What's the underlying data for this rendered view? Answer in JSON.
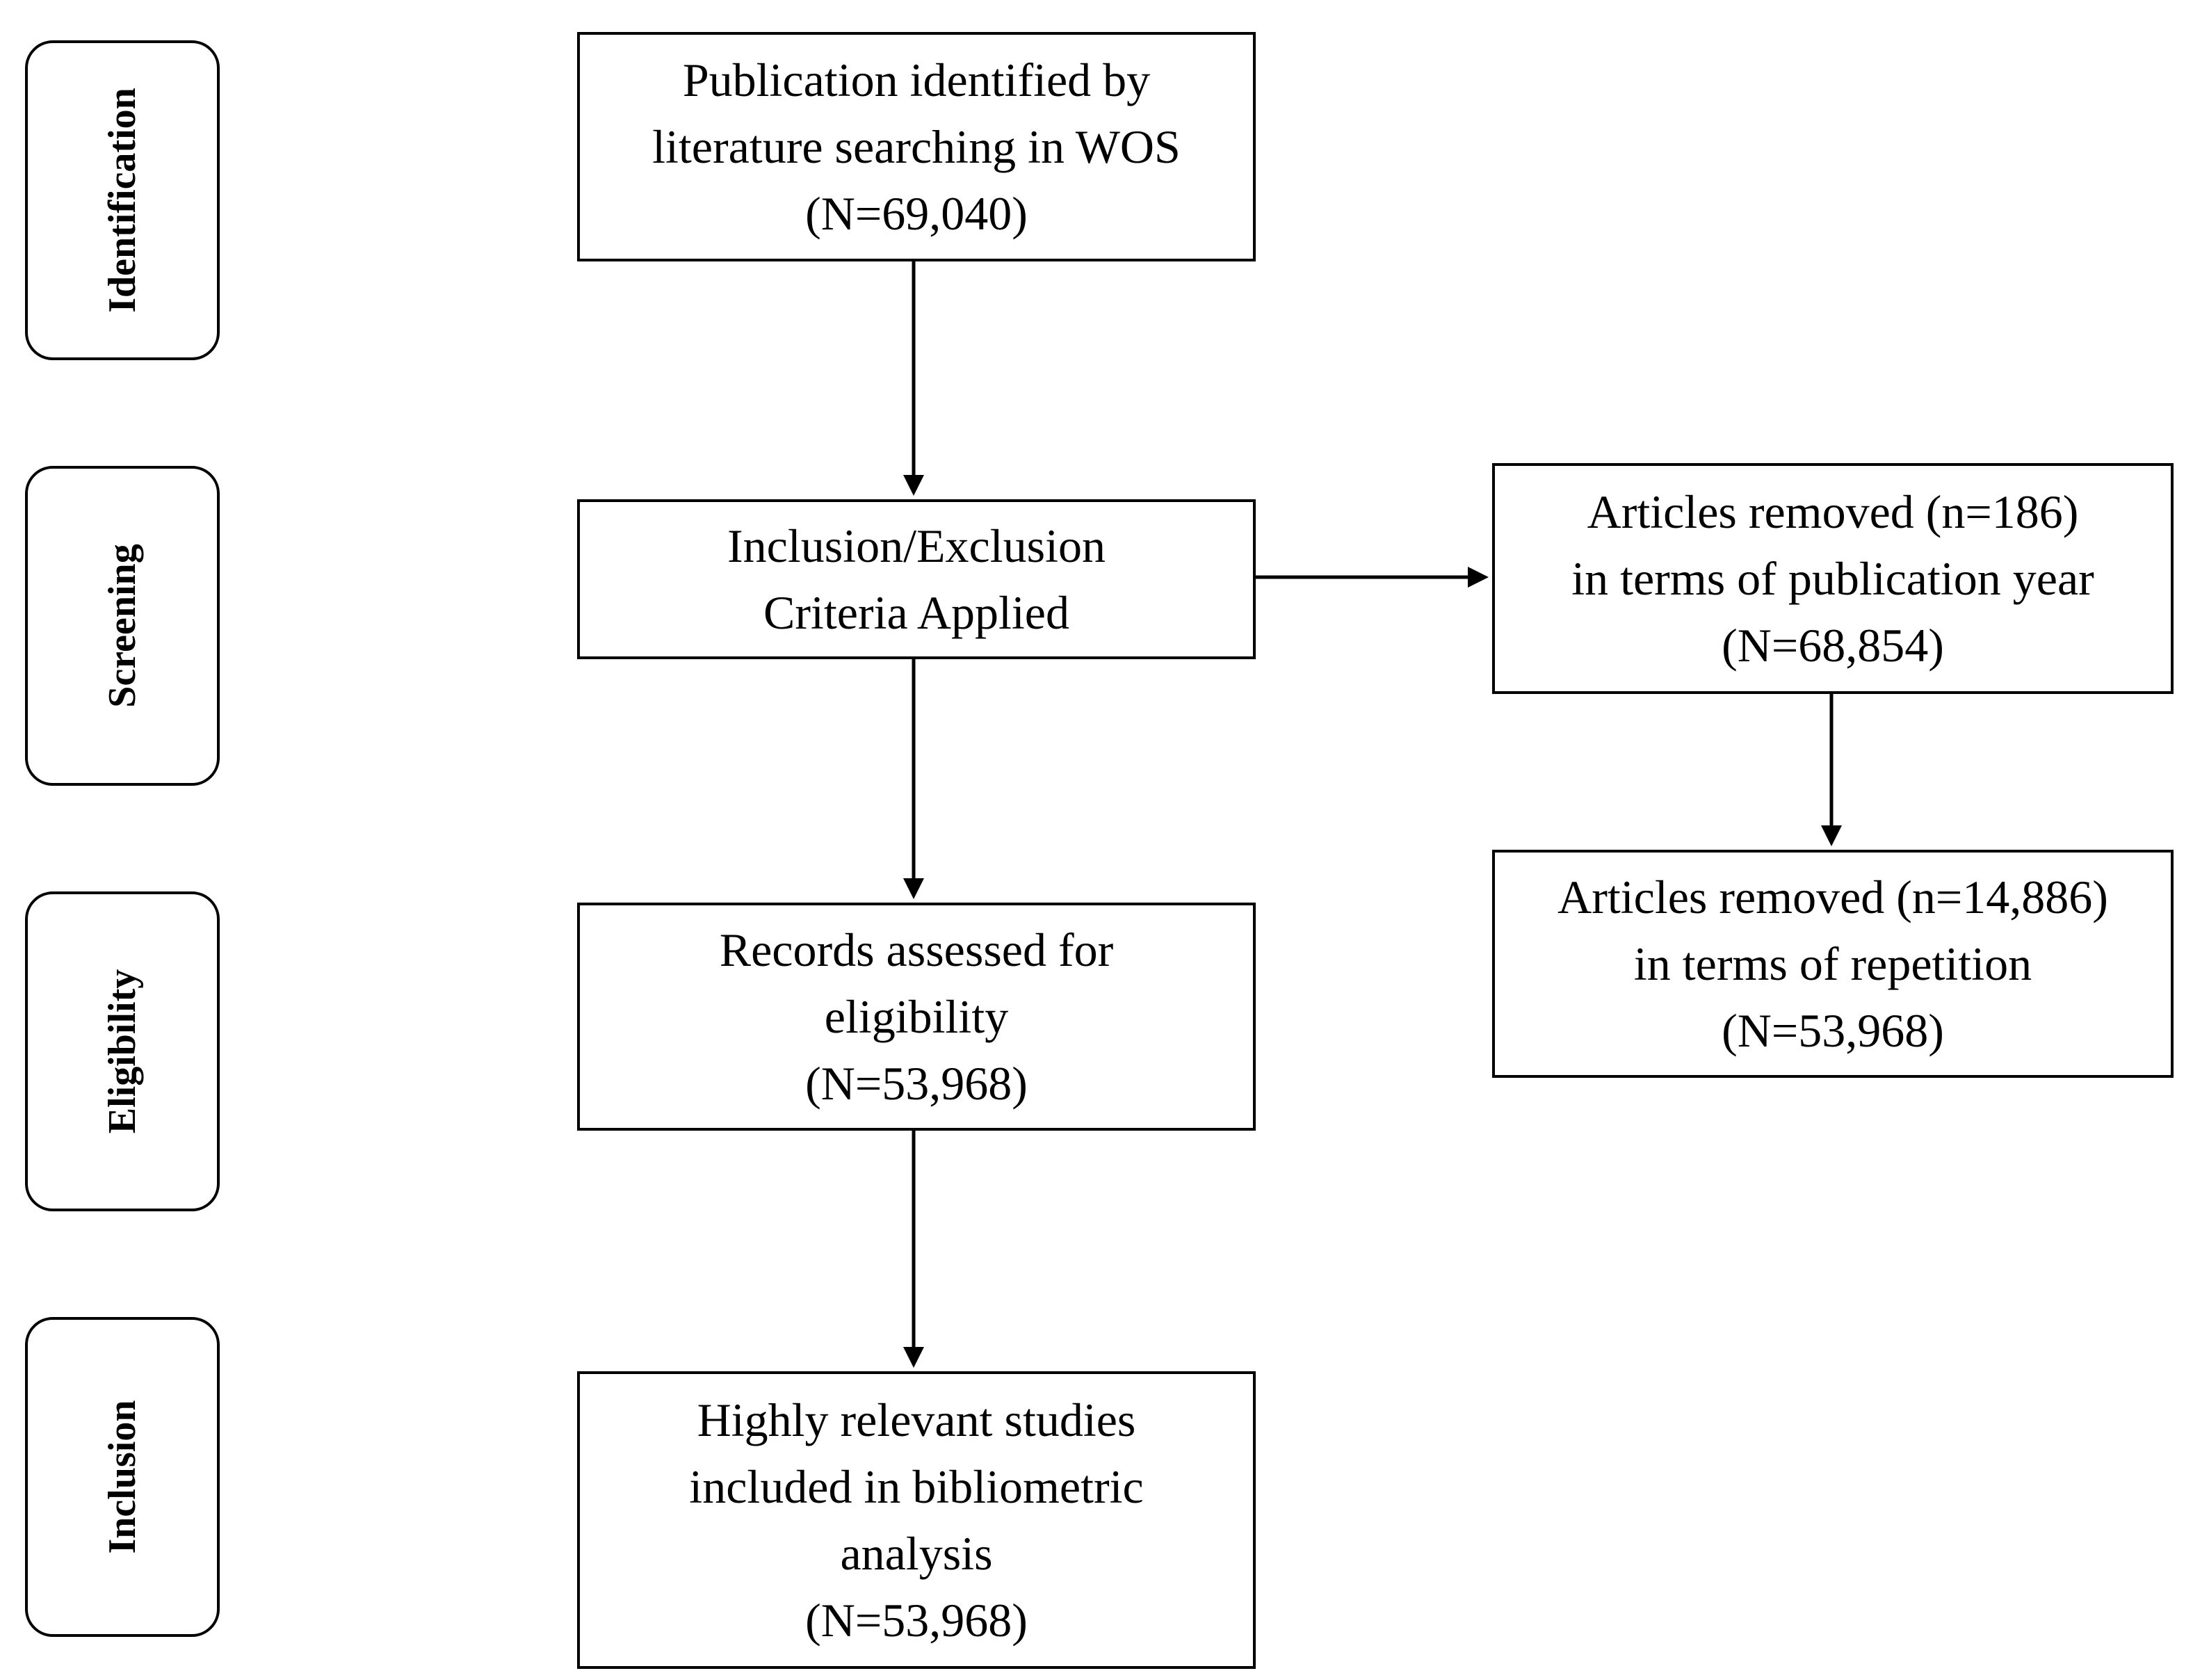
{
  "stages": {
    "identification": "Identification",
    "screening": "Screening",
    "eligibility": "Eligibility",
    "inclusion": "Inclusion"
  },
  "boxes": {
    "identified": {
      "line1": "Publication identified by",
      "line2": "literature searching in WOS",
      "line3": "(N=69,040)"
    },
    "criteria": {
      "line1": "Inclusion/Exclusion",
      "line2": "Criteria Applied"
    },
    "removed_year": {
      "line1": "Articles removed (n=186)",
      "line2": "in terms of publication year",
      "line3": "(N=68,854)"
    },
    "removed_repetition": {
      "line1": "Articles removed (n=14,886)",
      "line2": "in terms of repetition",
      "line3": "(N=53,968)"
    },
    "eligibility": {
      "line1": "Records assessed for",
      "line2": "eligibility",
      "line3": "(N=53,968)"
    },
    "included": {
      "line1": "Highly relevant studies",
      "line2": "included in bibliometric",
      "line3": "analysis",
      "line4": "(N=53,968)"
    }
  },
  "colors": {
    "stroke": "#000000",
    "background": "#ffffff"
  }
}
